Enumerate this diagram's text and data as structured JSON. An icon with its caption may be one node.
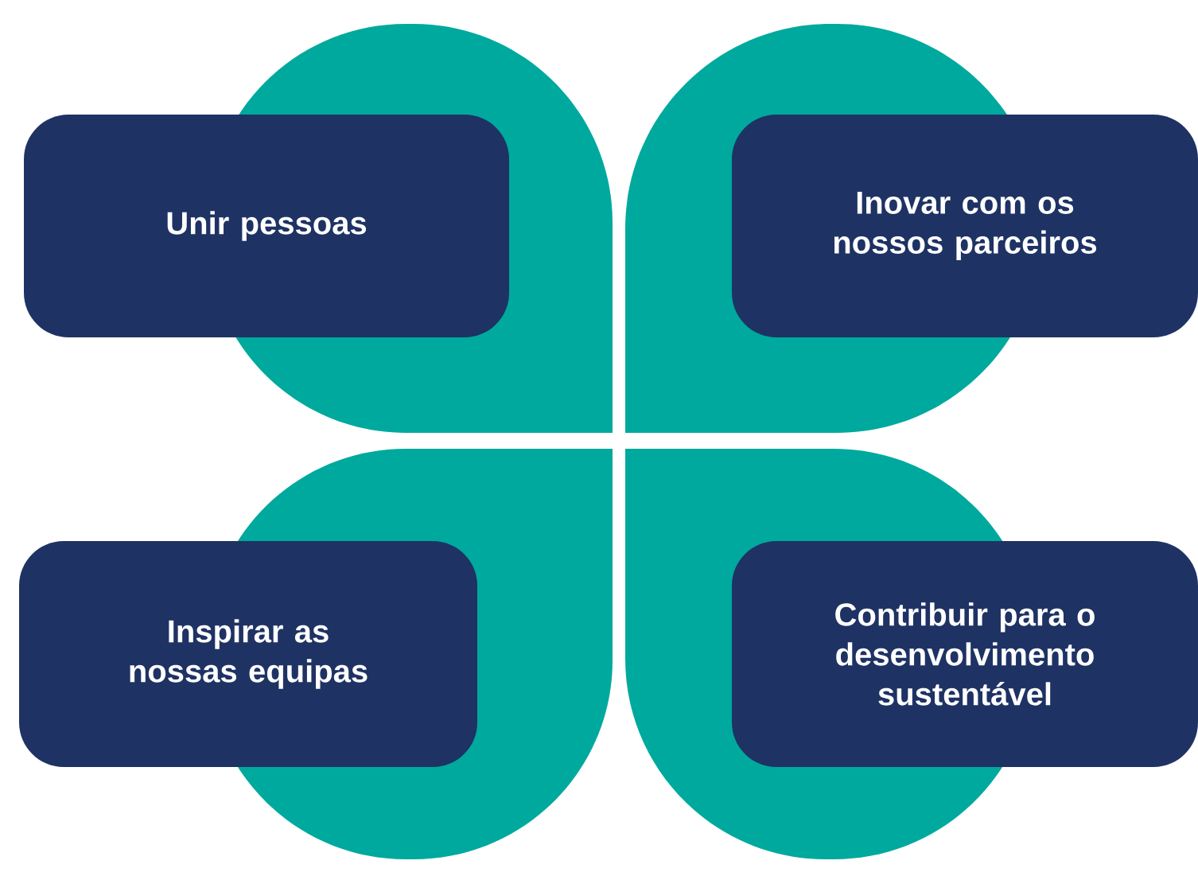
{
  "diagram": {
    "nodes": [
      {
        "text": [
          "Unir pessoas"
        ]
      },
      {
        "text": [
          "Inovar com os nossos parceiros"
        ]
      },
      {
        "text": [
          "Inspirar as nossas equipas"
        ]
      },
      {
        "text": [
          "Contribuir para o desenvolvimento sustentável"
        ]
      }
    ]
  }
}
